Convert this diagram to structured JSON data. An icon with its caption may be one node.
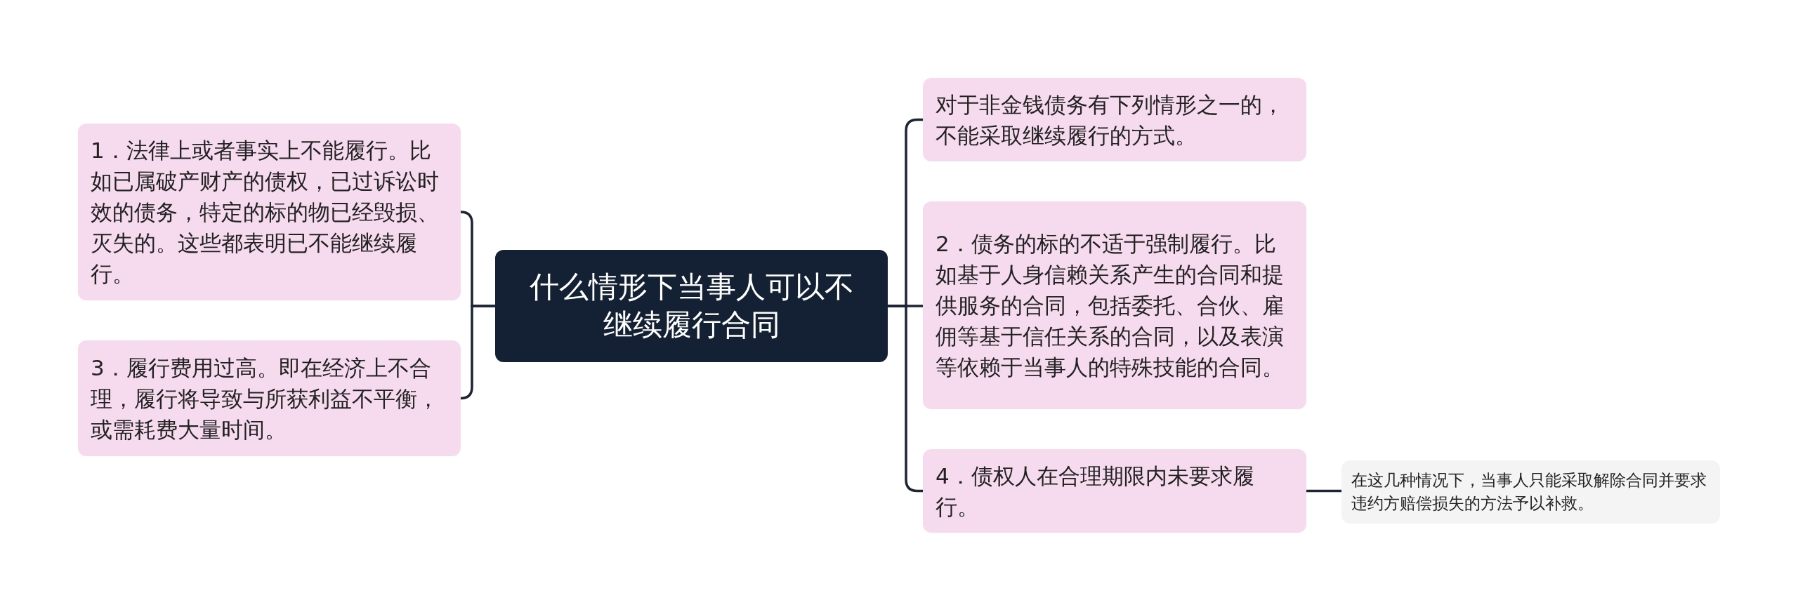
{
  "diagram": {
    "nodes": [
      {
        "text": [
          "什么情形下当事人可以不继续履行合同"
        ]
      },
      {
        "text": [
          "1．法律上或者事实上不能履行。比如已属破产财产的债权，已过诉讼时效的债务，特定的标的物已经毁损、灭失的。这些都表明已不能继续履行。"
        ]
      },
      {
        "text": [
          "3．履行费用过高。即在经济上不合理，履行将导致与所获利益不平衡，或需耗费大量时间。"
        ]
      },
      {
        "text": [
          "对于非金钱债务有下列情形之一的，不能采取继续履行的方式。"
        ]
      },
      {
        "text": [
          "2．债务的标的不适于强制履行。比如基于人身信赖关系产生的合同和提供服务的合同，包括委托、合伙、雇佣等基于信任关系的合同，以及表演等依赖于当事人的特殊技能的合同。"
        ]
      },
      {
        "text": [
          "4．债权人在合理期限内未要求履行。"
        ]
      },
      {
        "text": [
          "在这几种情况下，当事人只能采取解除合同并要求违约方赔偿损失的方法予以补救。"
        ]
      }
    ],
    "edges": [
      {
        "from": 0,
        "to": 1,
        "arrow": "none"
      },
      {
        "from": 0,
        "to": 2,
        "arrow": "none"
      },
      {
        "from": 0,
        "to": 3,
        "arrow": "none"
      },
      {
        "from": 0,
        "to": 4,
        "arrow": "none"
      },
      {
        "from": 0,
        "to": 5,
        "arrow": "none"
      },
      {
        "from": 5,
        "to": 6,
        "arrow": "none"
      }
    ]
  }
}
